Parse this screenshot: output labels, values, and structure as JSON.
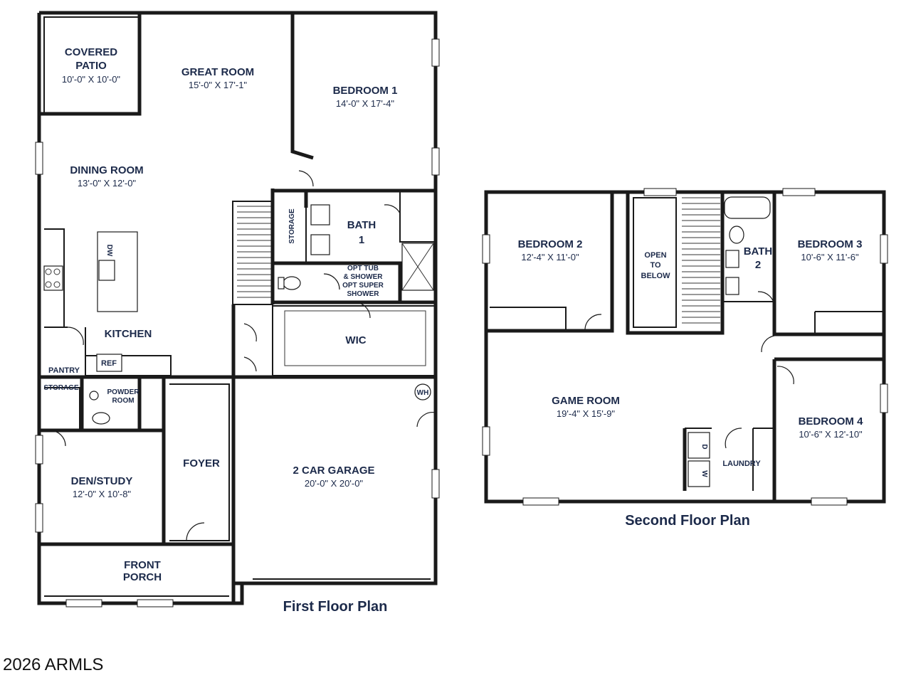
{
  "first_floor": {
    "title": "First Floor Plan",
    "rooms": {
      "covered_patio": {
        "name1": "COVERED",
        "name2": "PATIO",
        "dim": "10'-0\" X 10'-0\""
      },
      "great_room": {
        "name": "GREAT ROOM",
        "dim": "15'-0\" X 17'-1\""
      },
      "bedroom1": {
        "name": "BEDROOM 1",
        "dim": "14'-0\" X 17'-4\""
      },
      "dining_room": {
        "name": "DINING ROOM",
        "dim": "13'-0\" X 12'-0\""
      },
      "storage_main": {
        "name": "STORAGE"
      },
      "bath1": {
        "name1": "BATH",
        "name2": "1"
      },
      "bath1_note": {
        "l1": "OPT TUB",
        "l2": "& SHOWER",
        "l3": "OPT SUPER",
        "l4": "SHOWER"
      },
      "kitchen": {
        "name": "KITCHEN"
      },
      "dw": {
        "name": "DW"
      },
      "wic": {
        "name": "WIC"
      },
      "pantry": {
        "name": "PANTRY"
      },
      "ref": {
        "name": "REF"
      },
      "storage_small": {
        "name": "STORAGE"
      },
      "powder_room": {
        "name1": "POWDER",
        "name2": "ROOM"
      },
      "wh": {
        "name": "WH"
      },
      "den_study": {
        "name": "DEN/STUDY",
        "dim": "12'-0\" X 10'-8\""
      },
      "foyer": {
        "name": "FOYER"
      },
      "garage": {
        "name": "2 CAR GARAGE",
        "dim": "20'-0\" X 20'-0\""
      },
      "front_porch": {
        "name1": "FRONT",
        "name2": "PORCH"
      }
    }
  },
  "second_floor": {
    "title": "Second Floor Plan",
    "rooms": {
      "bedroom2": {
        "name": "BEDROOM 2",
        "dim": "12'-4\" X 11'-0\""
      },
      "open_below": {
        "l1": "OPEN",
        "l2": "TO",
        "l3": "BELOW"
      },
      "bath2": {
        "name1": "BATH",
        "name2": "2"
      },
      "bedroom3": {
        "name": "BEDROOM 3",
        "dim": "10'-6\" X 11'-6\""
      },
      "game_room": {
        "name": "GAME ROOM",
        "dim": "19'-4\" X 15'-9\""
      },
      "bedroom4": {
        "name": "BEDROOM 4",
        "dim": "10'-6\" X 12'-10\""
      },
      "laundry": {
        "name": "LAUNDRY"
      },
      "dryer": {
        "name": "D"
      },
      "washer": {
        "name": "W"
      }
    }
  },
  "footer": {
    "copyright": "2026 ARMLS"
  }
}
